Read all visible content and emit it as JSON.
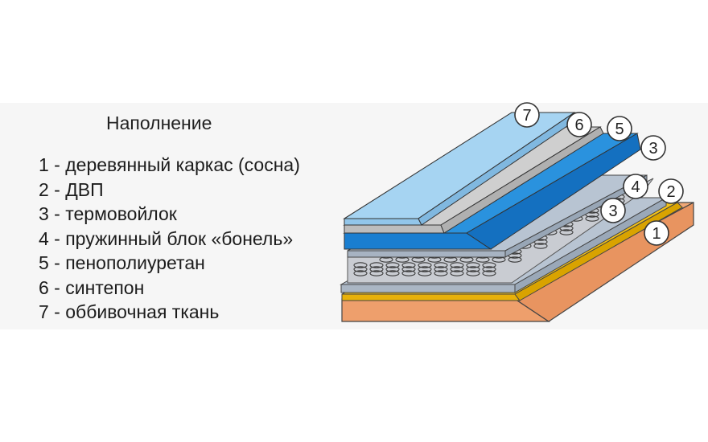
{
  "legend": {
    "title": "Наполнение",
    "items": [
      "1 - деревянный каркас (сосна)",
      "2 - ДВП",
      "3 - термовойлок",
      "4 - пружинный блок «бонель»",
      "5 - пенополиуретан",
      "6 - синтепон",
      "7 - оббивочная ткань"
    ]
  },
  "callouts": {
    "c1": "1",
    "c2": "2",
    "c3a": "3",
    "c4": "4",
    "c3b": "3",
    "c5": "5",
    "c6": "6",
    "c7": "7"
  },
  "colors": {
    "wood_frame": "#f0a877",
    "fiberboard": "#f2c21a",
    "felt": "#b8c4d2",
    "spring_block": "#c9ccd2",
    "foam": "#1e86d6",
    "padding": "#c8c8c8",
    "fabric": "#a6d4f2"
  }
}
